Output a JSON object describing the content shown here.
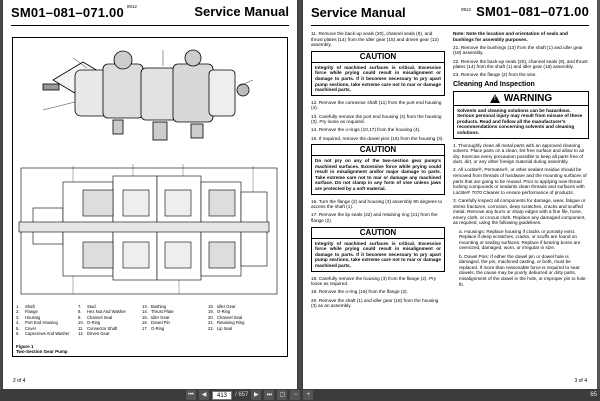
{
  "left_page": {
    "part_number": "SM01–081–071.00",
    "date_code": "0912",
    "title": "Service Manual",
    "legend": [
      [
        "1.",
        "Shaft"
      ],
      [
        "2.",
        "Flange"
      ],
      [
        "3.",
        "Housing"
      ],
      [
        "4.",
        "Port End Housing"
      ],
      [
        "5.",
        "Cover"
      ],
      [
        "6.",
        "Capscrews And Washer"
      ],
      [
        "7.",
        "Stud"
      ],
      [
        "8.",
        "Hex Nut And Washer"
      ],
      [
        "9.",
        "Channel Seal"
      ],
      [
        "10.",
        "O-Ring"
      ],
      [
        "11.",
        "Connector Shaft"
      ],
      [
        "12.",
        "Driven Gear"
      ],
      [
        "13.",
        "Bushing"
      ],
      [
        "14.",
        "Thrust Plate"
      ],
      [
        "15.",
        "Idler Gear"
      ],
      [
        "16.",
        "Dowel Pin"
      ],
      [
        "17.",
        "O-Ring"
      ],
      [
        "",
        ""
      ],
      [
        "18.",
        "Idler Gear"
      ],
      [
        "19.",
        "O-Ring"
      ],
      [
        "20.",
        "Channel Seal"
      ],
      [
        "21.",
        "Retaining Ring"
      ],
      [
        "22.",
        "Lip Seal"
      ],
      [
        "",
        ""
      ]
    ],
    "figure_caption_1": "Figure 1",
    "figure_caption_2": "Two-Section Gear Pump",
    "page_footer": "2 of 4"
  },
  "right_page": {
    "title": "Service Manual",
    "date_code": "0912",
    "part_number": "SM01–081–071.00",
    "page_footer": "3 of 4",
    "col1_top": [
      "11. Remove the back-up seals (20), channel seals (9), and thrust plates (14) from the idler gear (15) and driven gear (12) assembly."
    ],
    "caution1_title": "CAUTION",
    "caution1_body": "Integrity of machined surfaces is critical. Excessive force while prying could result in misalignment or damage to parts. If it becomes necessary to pry apart pump sections, take extreme care not to mar or damage machined parts.",
    "col1_mid": [
      "12. Remove the connector shaft (11) from the port end housing (4).",
      "13. Carefully remove the port end housing (4) from the housing (3). Pry loose as required.",
      "14. Remove the o-rings (10,17) from the housing (4).",
      "15. If required, remove the dowel pins (16) from the housing (3)."
    ],
    "caution2_title": "CAUTION",
    "caution2_body": "Do not pry on any of the two-section gear pump's machined surfaces. Excessive force while prying could result in misalignment and/or major damage to parts. Take extreme care not to mar or damage any machined surface. Do not clamp in any form of vise unless jaws are protected by a soft material.",
    "col1_mid2": [
      "16. Turn the flange (2) and housing (3) assembly 90 degrees to access the shaft (1).",
      "17. Remove the lip seals (22) and retaining ring (21) from the flange (2)."
    ],
    "caution3_title": "CAUTION",
    "caution3_body": "Integrity of machined surfaces is critical. Excessive force while prying could result in misalignment or damage to parts. If it becomes necessary to pry apart pump sections, take extreme care not to mar or damage machined parts.",
    "col1_bottom": [
      "18. Carefully remove the housing (3) from the flange (2). Pry loose as required.",
      "19. Remove the o-ring (19) from the flange (2).",
      "20. Remove the shaft (1) and idler gear (18) from the housing (3) as an assembly."
    ],
    "col2_note": "Note: Note the location and orientation of seals and bushings for assembly purposes.",
    "col2_top": [
      "21. Remove the bushings (13) from the shaft (1) and idler gear (18) assembly.",
      "22. Remove the back-up seals (20), channel seals (9), and thrust plates (14) from the shaft (1) and idler gear (18) assembly.",
      "23. Remove the flange (2) from the vise."
    ],
    "cleaning_heading": "Cleaning And Inspection",
    "warning_title": "WARNING",
    "warning_body": "Solvents and cleaning solutions can be hazardous. Serious personal injury may result from misuse of these products. Read and follow all the manufacturer's recommendations concerning solvents and cleaning solutions.",
    "col2_bottom": [
      "1. Thoroughly clean all metal parts with an approved cleaning solvent. Place parts on a clean, lint free surface and allow to air dry. Exercise every precaution possible to keep all parts free of dust, dirt, or any other foreign material during assembly.",
      "2. All Loctite®, Permatex®, or other sealant residue should be removed from threads of hardware and the mounting surfaces of parts that are going to be reused. Prior to applying new thread locking compounds or sealants clean threads and surfaces with Loctite® 7070 Cleaner to ensure performance of products.",
      "3. Carefully inspect all components for damage, wear, fatigue or stress fractures, corrosion, deep scratches, cracks and scuffed metal. Remove any burrs or sharp edges with a fine file, hone, emery cloth, or crocus cloth. Replace any damaged component, as required, using the following guidelines:",
      "a. Housings: Replace housing if cracks or porosity exist. Replace if deep scratches, cracks, or scuffs are found on mounting or sealing surfaces. Replace if bearing bores are oversized, damaged, worn, or irregular in size.",
      "b. Dowel Pins: If either the dowel pin or dowel hole is damaged, the pin, machined casting, or both, must be replaced. If more than reasonable force is required to seat dowels, the cause may be poorly deburred or dirty parts, misalignment of the dowel in the hole, or improper pin to hole fit."
    ]
  },
  "toolbar": {
    "page_current": "413",
    "page_total": "/ 657",
    "zoom": "65"
  }
}
